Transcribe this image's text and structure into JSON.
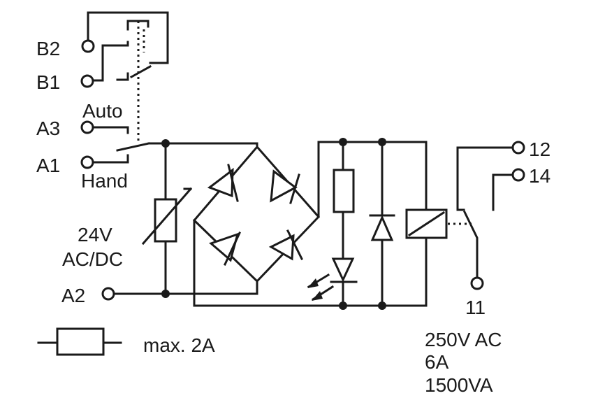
{
  "terminals": {
    "b2": "B2",
    "b1": "B1",
    "a3": "A3",
    "a1": "A1",
    "a2": "A2",
    "t12": "12",
    "t14": "14",
    "t11": "11"
  },
  "switch_labels": {
    "auto": "Auto",
    "hand": "Hand"
  },
  "supply": {
    "voltage": "24V",
    "type": "AC/DC"
  },
  "fuse": {
    "rating": "max. 2A"
  },
  "contact_rating": {
    "voltage": "250V  AC",
    "current": "6A",
    "power": "1500VA"
  }
}
